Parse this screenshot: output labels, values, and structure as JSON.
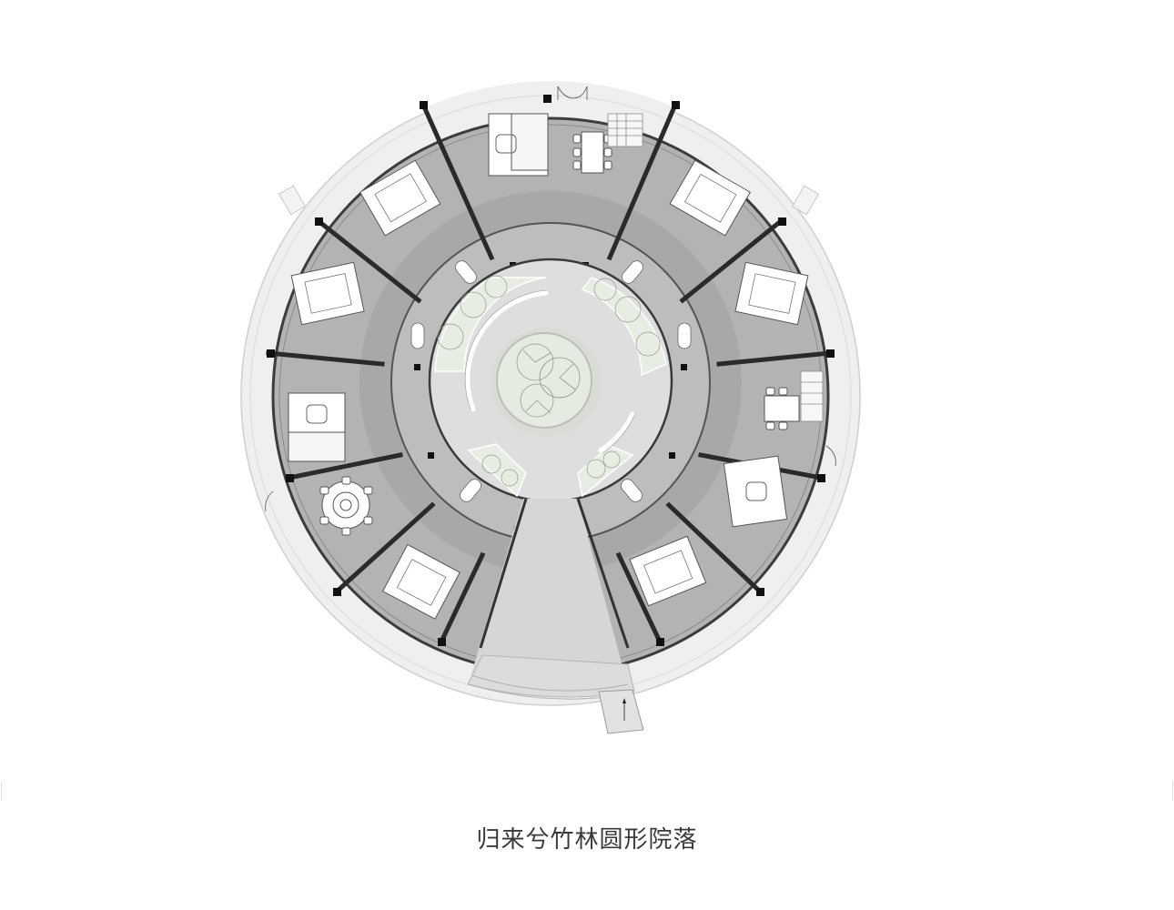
{
  "figure": {
    "caption": "归来兮竹林圆形院落",
    "type": "architectural-floor-plan",
    "layout": "circular-courtyard",
    "colors": {
      "background": "#ffffff",
      "terrace": "#ececec",
      "rooms": "#b4b4b4",
      "corridor": "#a9a9a9",
      "courtyard": "#dcdcdc",
      "planting": "#dfe6da",
      "walls": "#1a1a1a",
      "furniture": "#ffffff",
      "caption_text": "#3a3a3a"
    },
    "zones": {
      "central_planter": "central-tree-planter",
      "courtyard": "inner-courtyard",
      "corridor": "ring-corridor",
      "units": "guest-room-units",
      "terrace": "outer-terrace-ring",
      "entrance": "south-entrance-path"
    }
  }
}
